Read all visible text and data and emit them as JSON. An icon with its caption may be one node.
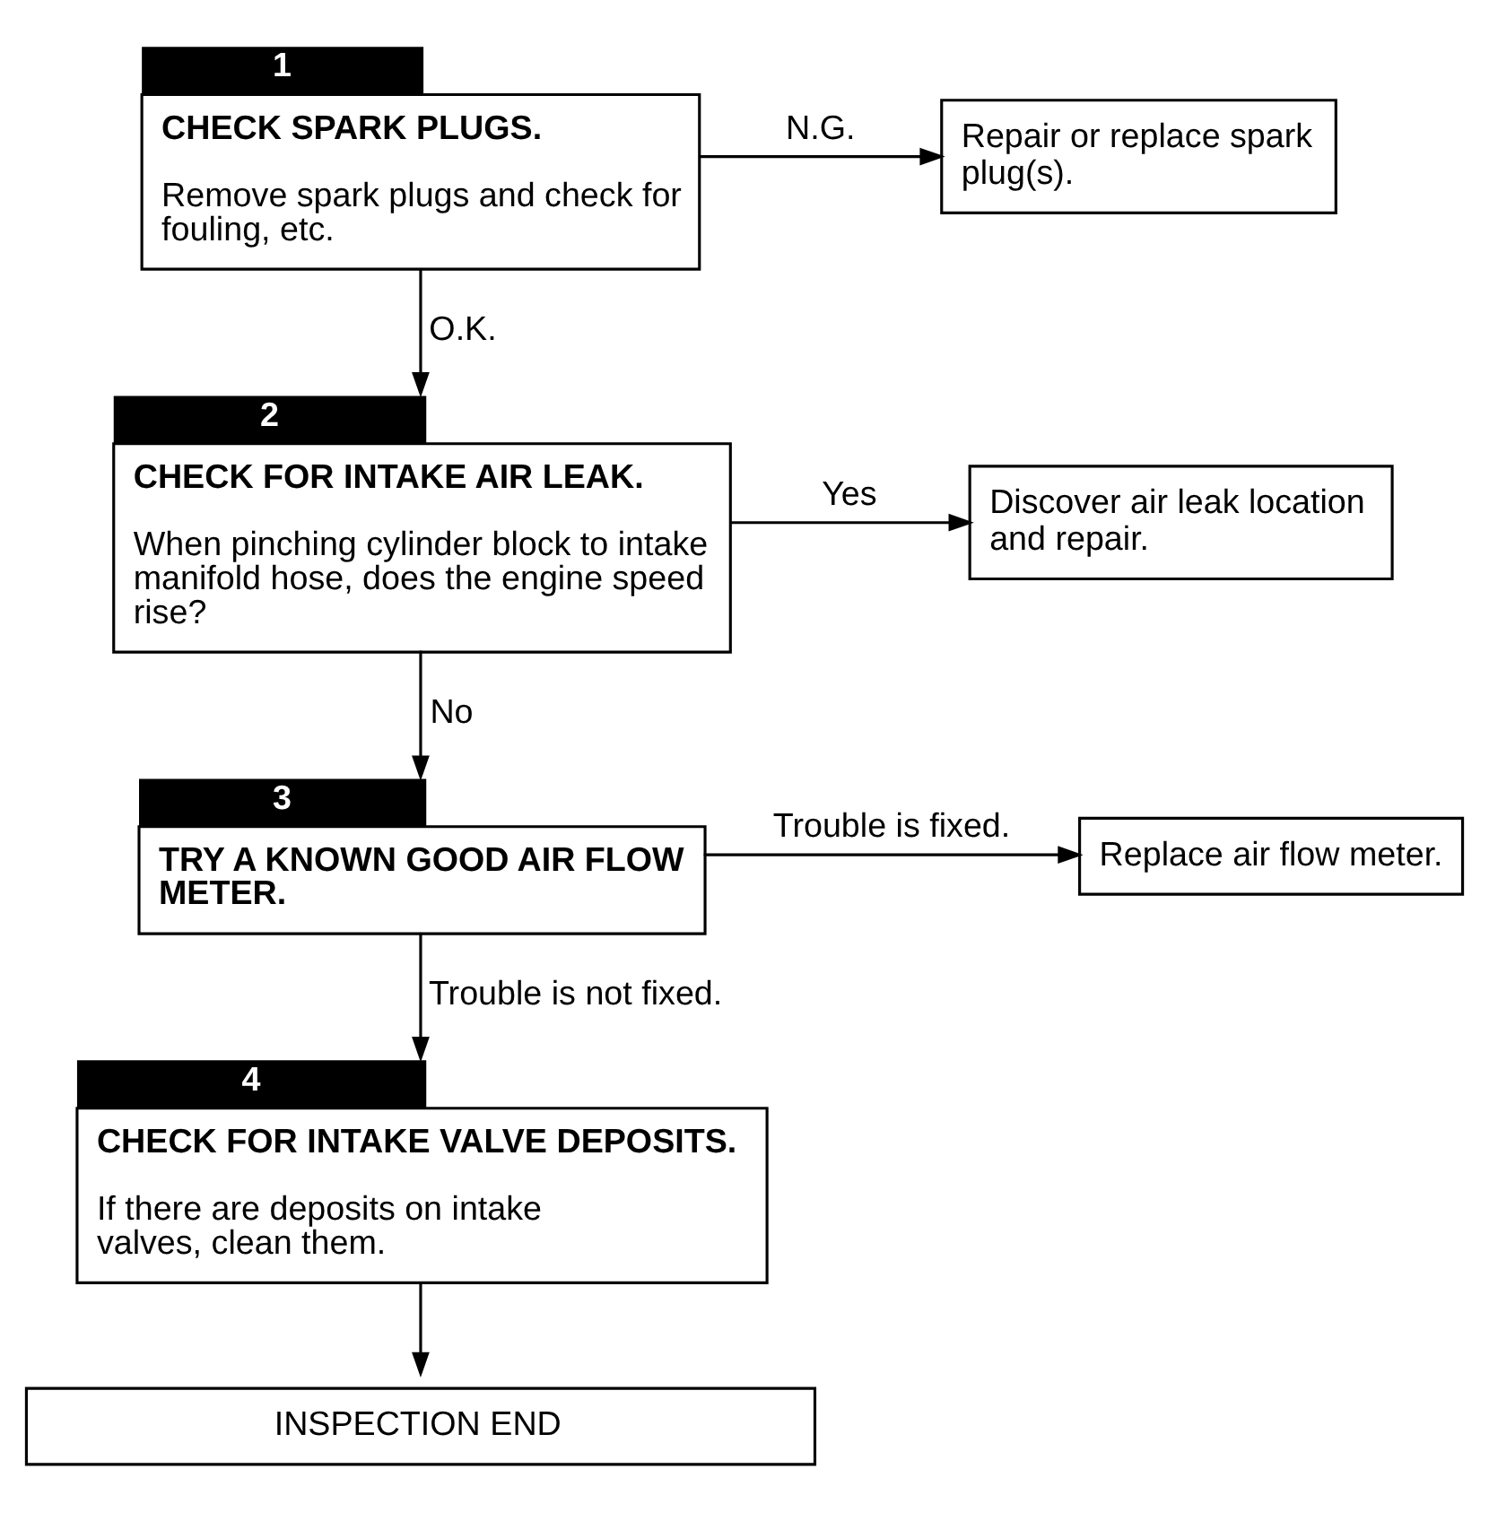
{
  "diagram": {
    "nodes": [
      {
        "text": [
          "CHECK SPARK PLUGS.",
          "Remove spark plugs and check for fouling, etc."
        ],
        "beside": [
          "1"
        ]
      },
      {
        "text": [
          "Repair or replace spark plug(s)."
        ]
      },
      {
        "text": [
          "CHECK FOR INTAKE AIR LEAK.",
          "When pinching cylinder block to intake manifold hose, does the engine speed rise?"
        ],
        "beside": [
          "2"
        ]
      },
      {
        "text": [
          "Discover air leak location and repair."
        ]
      },
      {
        "text": [
          "TRY A KNOWN GOOD AIR FLOW METER."
        ],
        "beside": [
          "3"
        ]
      },
      {
        "text": [
          "Replace air flow meter."
        ]
      },
      {
        "text": [
          "CHECK FOR INTAKE VALVE DEPOSITS.",
          "If there are deposits on intake valves, clean them."
        ],
        "beside": [
          "4"
        ]
      },
      {
        "text": [
          "INSPECTION END"
        ]
      }
    ],
    "edges": [
      {
        "from": 0,
        "to": 1,
        "arrow": "to",
        "label": "N.G."
      },
      {
        "from": 0,
        "to": 2,
        "arrow": "to",
        "label": "O.K."
      },
      {
        "from": 2,
        "to": 3,
        "arrow": "to",
        "label": "Yes"
      },
      {
        "from": 2,
        "to": 4,
        "arrow": "to",
        "label": "No"
      },
      {
        "from": 4,
        "to": 5,
        "arrow": "to",
        "label": "Trouble is fixed."
      },
      {
        "from": 4,
        "to": 6,
        "arrow": "to",
        "label": "Trouble is not fixed."
      },
      {
        "from": 6,
        "to": 7,
        "arrow": "to"
      }
    ]
  }
}
